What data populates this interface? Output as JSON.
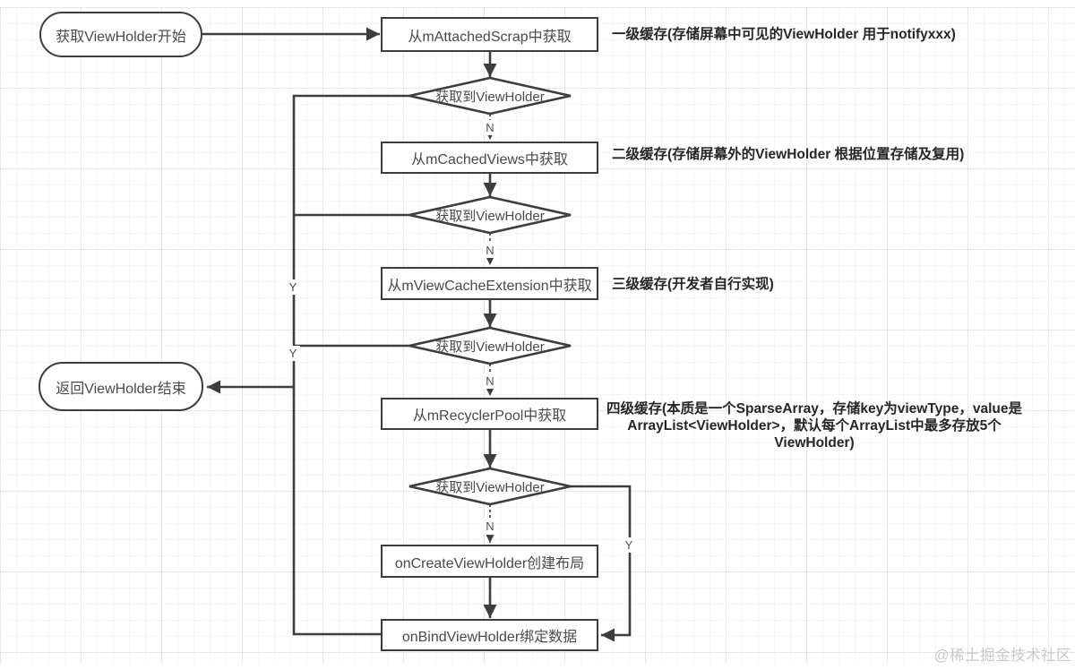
{
  "flowchart": {
    "start": {
      "label": "获取ViewHolder开始"
    },
    "end": {
      "label": "返回ViewHolder结束"
    },
    "steps": [
      {
        "label": "从mAttachedScrap中获取"
      },
      {
        "label": "从mCachedViews中获取"
      },
      {
        "label": "从mViewCacheExtension中获取"
      },
      {
        "label": "从mRecyclerPool中获取"
      },
      {
        "label": "onCreateViewHolder创建布局"
      },
      {
        "label": "onBindViewHolder绑定数据"
      }
    ],
    "decisions": [
      {
        "label": "获取到ViewHolder"
      },
      {
        "label": "获取到ViewHolder"
      },
      {
        "label": "获取到ViewHolder"
      },
      {
        "label": "获取到ViewHolder"
      }
    ],
    "branch": {
      "yes": "Y",
      "no": "N"
    },
    "annotations": {
      "level1": "一级缓存(存储屏幕中可见的ViewHolder 用于notifyxxx)",
      "level2": "二级缓存(存储屏幕外的ViewHolder 根据位置存储及复用)",
      "level3": "三级缓存(开发者自行实现)",
      "level4": "四级缓存(本质是一个SparseArray，存储key为viewType，value是\nArrayList<ViewHolder>，默认每个ArrayList中最多存放5个ViewHolder)"
    },
    "watermark": "@稀土掘金技术社区",
    "colors": {
      "line": "#3d3d3d",
      "box_fill": "#ffffff",
      "annotation_text": "#262626",
      "grid": "#ebebeb",
      "watermark": "#c9c9c9"
    }
  }
}
